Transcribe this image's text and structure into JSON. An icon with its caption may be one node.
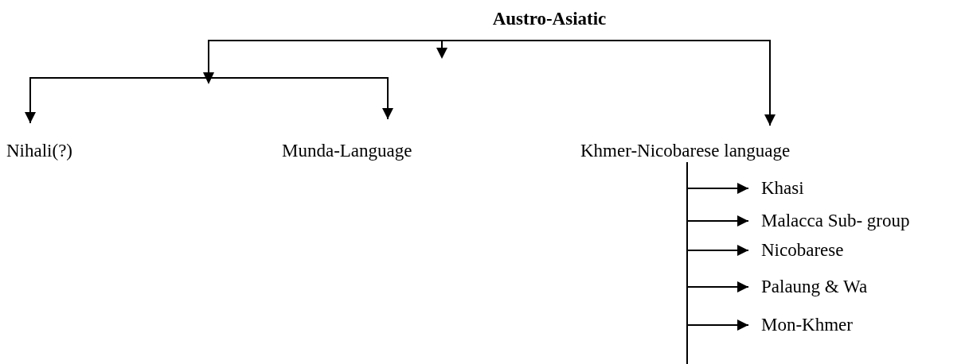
{
  "diagram": {
    "nodes": [
      {
        "text": [
          "Austro-Asiatic"
        ]
      },
      {
        "text": [
          "Nihali(?)"
        ]
      },
      {
        "text": [
          "Munda-Language"
        ]
      },
      {
        "text": [
          "Khmer-Nicobarese language"
        ]
      },
      {
        "text": [
          "Khasi"
        ]
      },
      {
        "text": [
          "Malacca Sub- group"
        ]
      },
      {
        "text": [
          "Nicobarese"
        ]
      },
      {
        "text": [
          "Palaung & Wa"
        ]
      },
      {
        "text": [
          "Mon-Khmer"
        ]
      }
    ],
    "edges": [
      {
        "from": 0,
        "to": 1,
        "arrow": "to"
      },
      {
        "from": 0,
        "to": 2,
        "arrow": "to"
      },
      {
        "from": 0,
        "to": 3,
        "arrow": "to"
      },
      {
        "from": 3,
        "to": 4,
        "arrow": "to"
      },
      {
        "from": 3,
        "to": 5,
        "arrow": "to"
      },
      {
        "from": 3,
        "to": 6,
        "arrow": "to"
      },
      {
        "from": 3,
        "to": 7,
        "arrow": "to"
      },
      {
        "from": 3,
        "to": 8,
        "arrow": "to"
      }
    ]
  }
}
